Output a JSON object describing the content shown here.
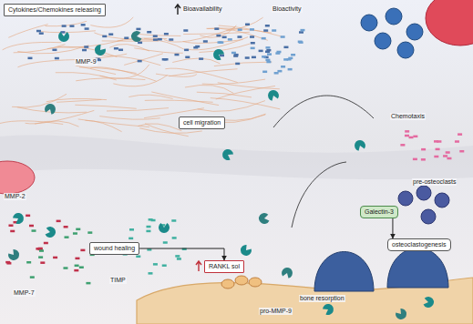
{
  "diagram": {
    "nodes": [
      {
        "text": [
          "Cytokines/Chemokines releasing"
        ]
      },
      {
        "text": [
          "cell migration"
        ]
      },
      {
        "text": [
          "wound healing"
        ]
      },
      {
        "text": [
          "RANKL sol"
        ]
      },
      {
        "text": [
          "Galectin-3"
        ]
      },
      {
        "text": [
          "osteoclastogenesis"
        ]
      }
    ],
    "edges": [
      {
        "from": 2,
        "to": 3,
        "arrow": "to"
      },
      {
        "from": 4,
        "to": 5,
        "arrow": "to"
      }
    ],
    "labels": [
      "Bioavailability",
      "Bioactivity",
      "Chemotaxis",
      "MMP-9",
      "MMP-2",
      "MMP-7",
      "TIMP",
      "pre-osteoclasts",
      "bone resorption",
      "pro-MMP-9"
    ]
  }
}
